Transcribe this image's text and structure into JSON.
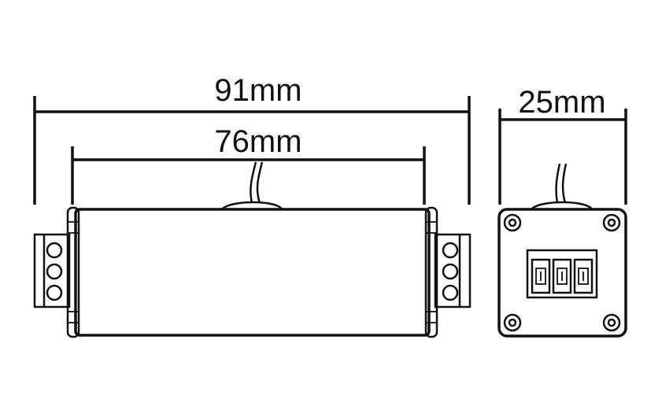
{
  "dimensions": {
    "overall_length": "91mm",
    "body_length": "76mm",
    "width": "25mm"
  },
  "colors": {
    "line": "#111111",
    "background": "#ffffff"
  }
}
